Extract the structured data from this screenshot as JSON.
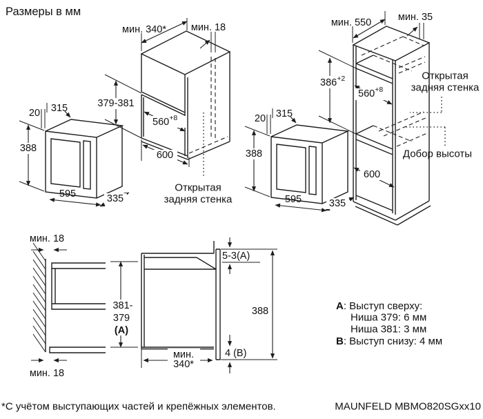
{
  "title": "Размеры в мм",
  "wall_cabinet": {
    "min_depth": "мин. 340*",
    "side_gap": "мин. 18",
    "niche_height": "379-381",
    "niche_width": "560",
    "niche_width_sup": "+8",
    "width": "600",
    "open_back_1": "Открытая",
    "open_back_2": "задняя стенка"
  },
  "microwave": {
    "front_depth": "20",
    "body_depth": "315",
    "height": "388",
    "width": "595",
    "depth": "335"
  },
  "tall_cabinet": {
    "min_depth": "мин. 550",
    "side_gap": "мин. 35",
    "niche_height": "386",
    "niche_height_sup": "+2",
    "niche_width": "560",
    "niche_width_sup": "+8",
    "width": "600",
    "open_back_1": "Открытая",
    "open_back_2": "задняя стенка",
    "height_spacer": "Добор высоты"
  },
  "side_section": {
    "wall_gap_top": "мин. 18",
    "wall_gap_bottom": "мин. 18",
    "niche_height_1": "381-",
    "niche_height_2": "379",
    "niche_height_3": "(A)",
    "top_protrusion": "5-3(A)",
    "door_height": "388",
    "bottom_protrusion": "4 (B)",
    "min_depth_1": "мин.",
    "min_depth_2": "340*"
  },
  "notes": {
    "a_key": "A",
    "a_text": ": Выступ сверху:",
    "a_line2": "Ниша 379: 6 мм",
    "a_line3": "Ниша 381: 3 мм",
    "b_key": "B",
    "b_text": ": Выступ снизу: 4 мм"
  },
  "footnote": "*С учётом выступающих частей и крепёжных элементов.",
  "model": "MAUNFELD MBMO820SGxx10"
}
